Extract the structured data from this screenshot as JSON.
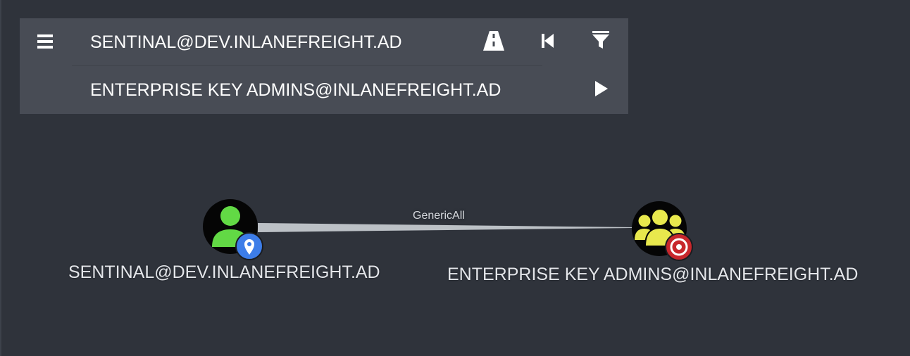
{
  "search": {
    "start_node": "SENTINAL@DEV.INLANEFREIGHT.AD",
    "target_node": "ENTERPRISE KEY ADMINS@INLANEFREIGHT.AD"
  },
  "toolbar_icons": {
    "menu": "hamburger-menu-icon",
    "pathfinding": "road-icon",
    "back": "step-backward-icon",
    "filter": "filter-icon",
    "play": "play-icon"
  },
  "graph": {
    "nodes": [
      {
        "id": "source",
        "label": "SENTINAL@DEV.INLANEFREIGHT.AD",
        "type": "User",
        "color": "#62d945",
        "badge": "start-marker-icon",
        "badge_color": "#3d7de8"
      },
      {
        "id": "target",
        "label": "ENTERPRISE KEY ADMINS@INLANEFREIGHT.AD",
        "type": "Group",
        "color": "#e8e84d",
        "badge": "target-icon",
        "badge_color": "#c8272c"
      }
    ],
    "edges": [
      {
        "from": "source",
        "to": "target",
        "label": "GenericAll"
      }
    ]
  },
  "colors": {
    "background": "#2f333b",
    "panel": "#484c55",
    "text": "#ffffff",
    "edge": "#c9cdd2"
  }
}
